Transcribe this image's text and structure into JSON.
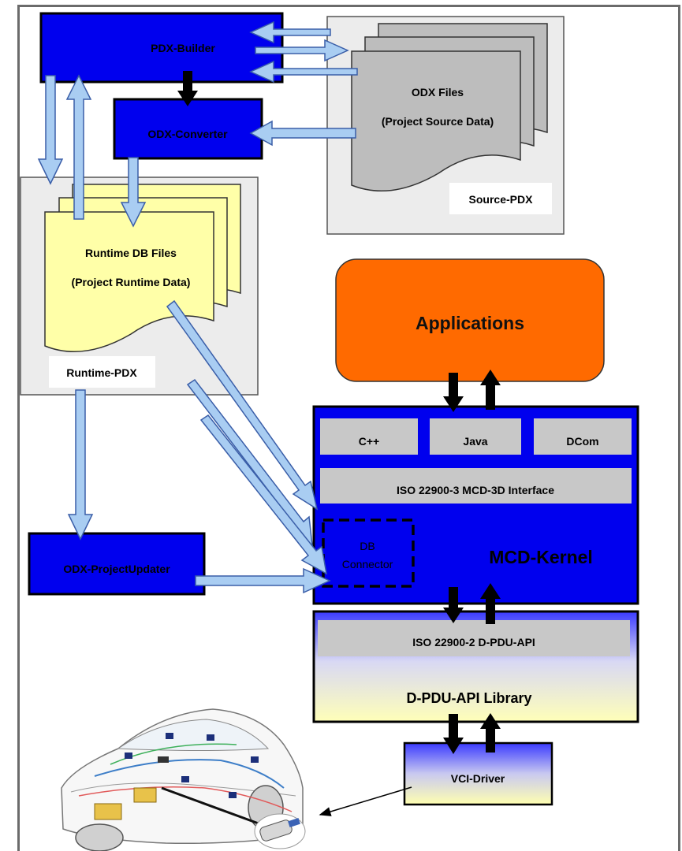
{
  "diagram": {
    "pdx_builder": "PDX-Builder",
    "odx_converter": "ODX-Converter",
    "odx_files": {
      "line1": "ODX Files",
      "line2": "(Project Source Data)"
    },
    "source_pdx": "Source-PDX",
    "runtime_db_files": {
      "line1": "Runtime DB Files",
      "line2": "(Project Runtime Data)"
    },
    "runtime_pdx": "Runtime-PDX",
    "applications": "Applications",
    "interfaces": {
      "cpp": "C++",
      "java": "Java",
      "dcom": "DCom"
    },
    "mcd3d_interface": "ISO 22900-3 MCD-3D Interface",
    "db_connector": {
      "line1": "DB",
      "line2": "Connector"
    },
    "mcd_kernel": "MCD-Kernel",
    "odx_project_updater": "ODX-ProjectUpdater",
    "dpdu_api": "ISO 22900-2 D-PDU-API",
    "dpdu_library": "D-PDU-API Library",
    "vci_driver": "VCI-Driver"
  },
  "colors": {
    "blue_box": "#0000ee",
    "light_arrow": "#a9cdf2",
    "arrow_stroke": "#3a5ea8",
    "source_panel": "#ececec",
    "gray_doc": "#bdbdbd",
    "yellow_doc": "#ffffa8",
    "applications": "#ff6a00",
    "interface_gray": "#c8c8c8"
  }
}
